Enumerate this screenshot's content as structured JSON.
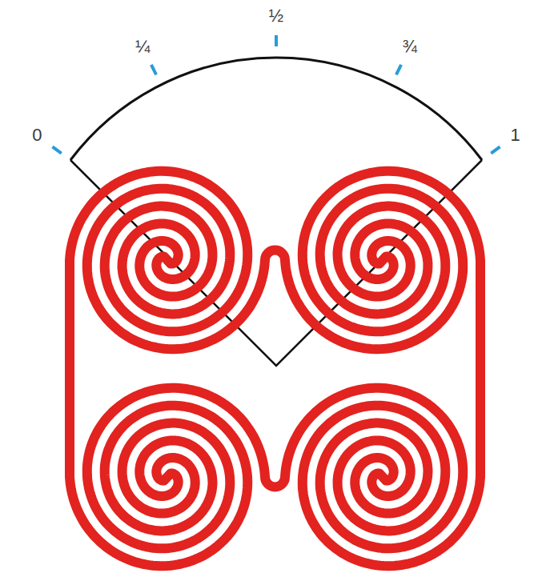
{
  "diagram": {
    "labels": [
      "0",
      "¼",
      "½",
      "¾",
      "1"
    ]
  }
}
